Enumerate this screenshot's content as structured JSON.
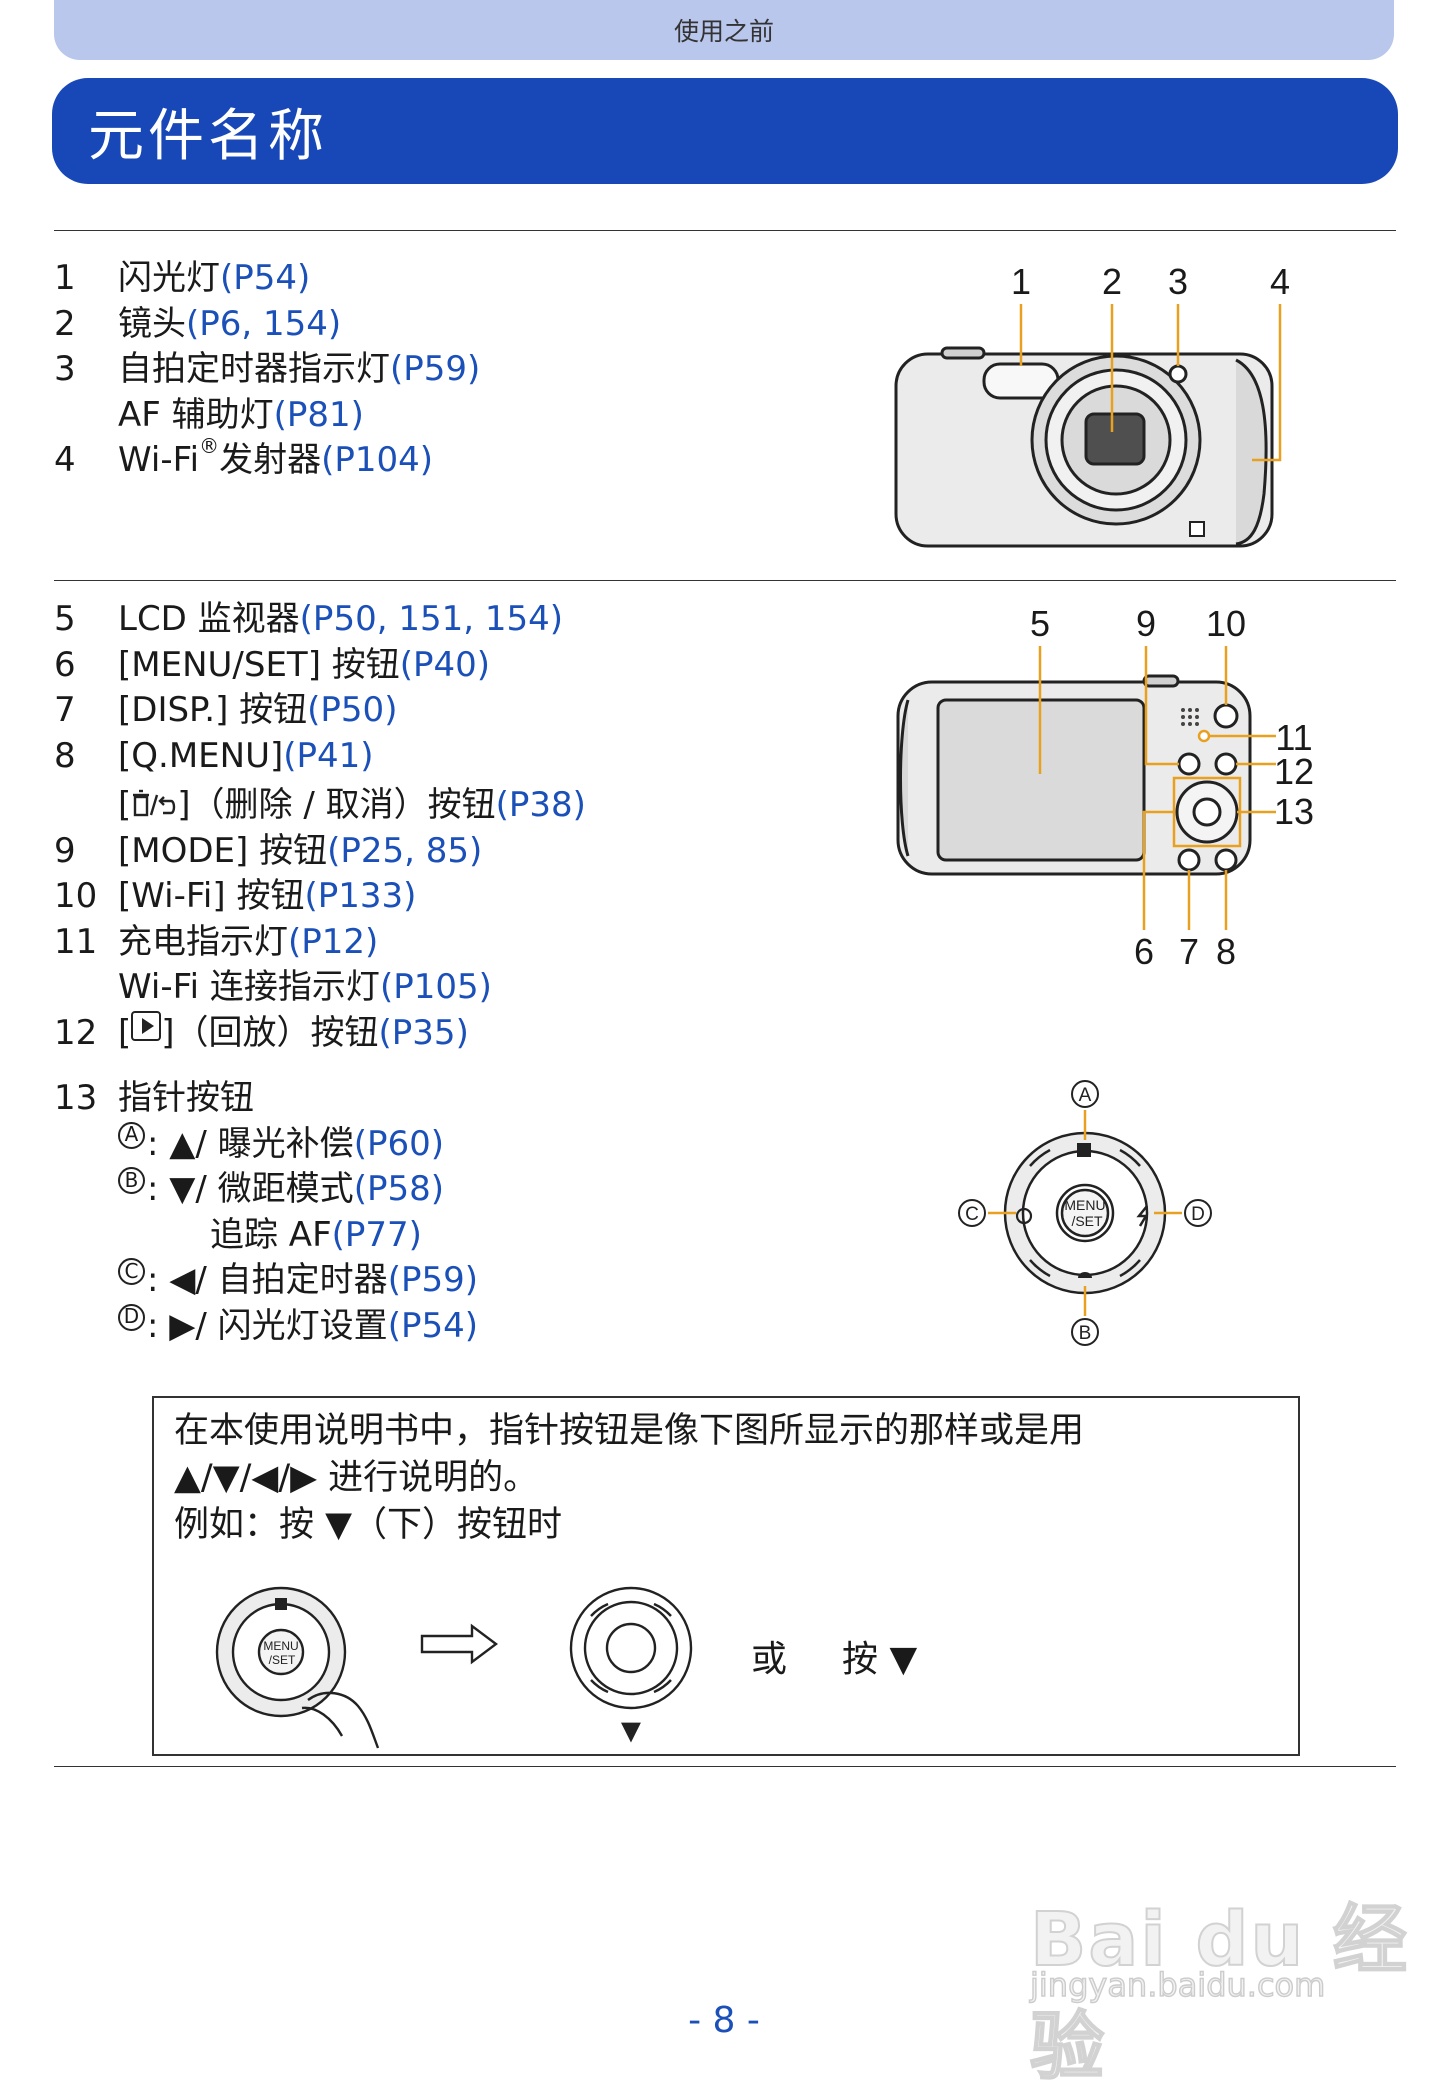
{
  "header": {
    "section": "使用之前",
    "title": "元件名称"
  },
  "list1": [
    {
      "num": "1",
      "text": "闪光灯 ",
      "ref": "(P54)"
    },
    {
      "num": "2",
      "text": "镜头 ",
      "ref": "(P6, 154)"
    },
    {
      "num": "3",
      "text": "自拍定时器指示灯 ",
      "ref": "(P59)"
    },
    {
      "num": "",
      "text": "AF 辅助灯 ",
      "ref": "(P81)"
    },
    {
      "num": "4",
      "text": "Wi-Fi",
      "sup": "®",
      "text2": " 发射器 ",
      "ref": "(P104)"
    }
  ],
  "list2": [
    {
      "num": "5",
      "text": "LCD 监视器 ",
      "ref": "(P50, 151, 154)"
    },
    {
      "num": "6",
      "text": "[MENU/SET] 按钮 ",
      "ref": "(P40)"
    },
    {
      "num": "7",
      "text": "[DISP.] 按钮 ",
      "ref": "(P50)"
    },
    {
      "num": "8",
      "text": "[Q.MENU] ",
      "ref": "(P41)"
    },
    {
      "num": "",
      "text": "[ 􀀀 ]（删除 / 取消）按钮 ",
      "ref": "(P38)",
      "icon_label": "[",
      "icon_after": "]（删除 / 取消）按钮 "
    },
    {
      "num": "9",
      "text": "[MODE] 按钮 ",
      "ref": "(P25, 85)"
    },
    {
      "num": "10",
      "text": "[Wi-Fi] 按钮 ",
      "ref": "(P133)"
    },
    {
      "num": "11",
      "text": "充电指示灯 ",
      "ref": "(P12)"
    },
    {
      "num": "",
      "text": "Wi-Fi 连接指示灯 ",
      "ref": "(P105)"
    },
    {
      "num": "12",
      "text_pre": "[",
      "text_post": "]（回放）按钮 ",
      "ref": "(P35)"
    }
  ],
  "list3": {
    "num": "13",
    "title": "指针按钮",
    "items": [
      {
        "letter": "A",
        "text": ": ▲/ 曝光补偿 ",
        "ref": "(P60)"
      },
      {
        "letter": "B",
        "text": ": ▼/ 微距模式 ",
        "ref": "(P58)"
      },
      {
        "letter": "",
        "text": "追踪 AF ",
        "ref": "(P77)"
      },
      {
        "letter": "C",
        "text": ": ◀/ 自拍定时器 ",
        "ref": "(P59)"
      },
      {
        "letter": "D",
        "text": ": ▶/ 闪光灯设置 ",
        "ref": "(P54)"
      }
    ]
  },
  "front_callouts": [
    "1",
    "2",
    "3",
    "4"
  ],
  "rear_callouts": [
    "5",
    "9",
    "10",
    "11",
    "12",
    "13",
    "6",
    "7",
    "8"
  ],
  "dial_callouts": [
    "A",
    "B",
    "C",
    "D"
  ],
  "dial_center_label": [
    "MENU",
    "/SET"
  ],
  "note": {
    "line1": "在本使用说明书中，指针按钮是像下图所显示的那样或是用",
    "line2": "▲/▼/◀/▶ 进行说明的。",
    "line3": "例如：按 ▼（下）按钮时",
    "or_text": "或",
    "press_text": "按 ▼",
    "arrow_down": "▼"
  },
  "page_number": "- 8 -",
  "watermark": {
    "main": "Bai du 经验",
    "sub": "jingyan.baidu.com"
  },
  "colors": {
    "title_band": "#1848b8",
    "top_bar": "#b9c7ec",
    "reference_blue": "#1a50b8",
    "callout_line": "#e8a020"
  }
}
